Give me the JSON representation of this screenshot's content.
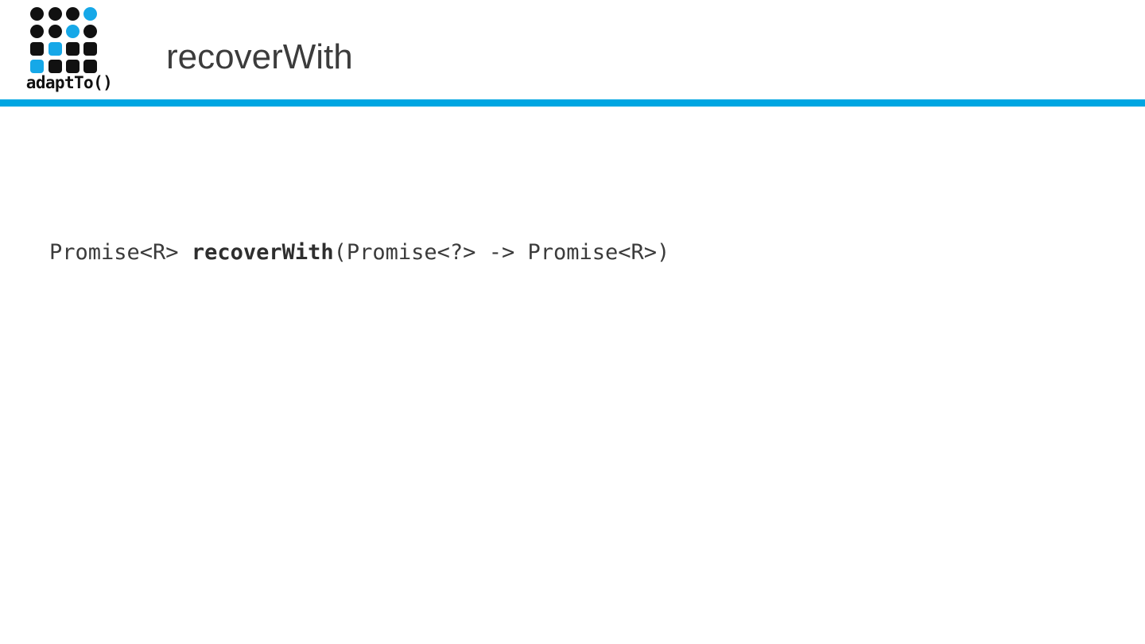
{
  "slide": {
    "background_color": "#ffffff",
    "accent_color": "#00a6e2"
  },
  "header": {
    "title": "recoverWith",
    "title_color": "#3c3c3c",
    "logo": {
      "wordmark": "adaptTo()",
      "dark_color": "#111111",
      "blue_color": "#16a8e8",
      "grid": [
        [
          "dark",
          "dark",
          "dark",
          "blue"
        ],
        [
          "dark",
          "dark",
          "blue",
          "dark"
        ],
        [
          "dark",
          "blue",
          "dark",
          "dark"
        ],
        [
          "blue",
          "dark",
          "dark",
          "dark"
        ]
      ]
    }
  },
  "main": {
    "code_signature": {
      "return_type": "Promise<R> ",
      "method_name": "recoverWith",
      "parameters": "(Promise<?> -> Promise<R>)",
      "full_text": "Promise<R> recoverWith(Promise<?> -> Promise<R>)",
      "text_color": "#3b3b3b"
    }
  }
}
